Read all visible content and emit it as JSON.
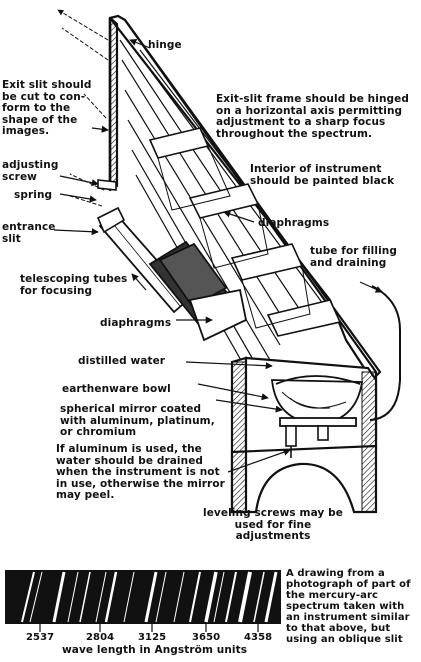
{
  "labels": {
    "hinge": "hinge",
    "exit_slit": "Exit slit should be cut to con- form to the shape of the images.",
    "exit_slit_frame": "Exit-slit frame should be hinged on a horizontal axis permitting adjustment to a sharp focus throughout the spectrum.",
    "interior": "Interior of instrument should be painted black",
    "adjusting_screw": "adjusting screw",
    "spring": "spring",
    "entrance_slit": "entrance slit",
    "diaphragms_upper": "diaphragms",
    "tube_filling": "tube for filling and draining",
    "telescoping_tubes": "telescoping tubes for focusing",
    "diaphragms_lower": "diaphragms",
    "distilled_water": "distilled water",
    "earthenware_bowl": "earthenware bowl",
    "spherical_mirror": "spherical mirror coated with aluminum, platinum, or chromium",
    "aluminum_note": "If aluminum is used, the water should be drained when the instrument is not in use, otherwise the mirror may peel.",
    "leveling_screws": "leveling screws may be used for fine adjustments"
  },
  "spectrum": {
    "caption": "A drawing from a photograph of part of the mercury-arc spectrum taken with an instrument similar to that above, but using an oblique slit",
    "tick_labels": [
      "2537",
      "2804",
      "3125",
      "3650",
      "4358"
    ],
    "axis_label": "wave length in Angström units"
  }
}
